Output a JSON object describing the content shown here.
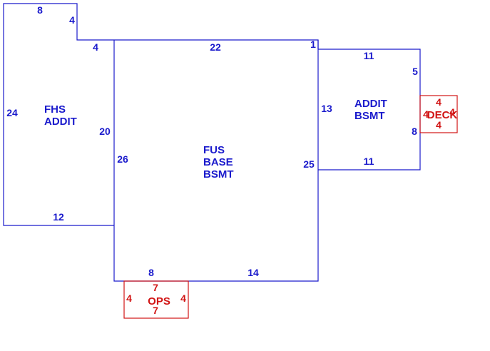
{
  "colors": {
    "main": "#1a1acc",
    "accessory": "#d11414",
    "background": "#ffffff"
  },
  "areas": {
    "fhs_addit": {
      "line1": "FHS",
      "line2": "ADDIT"
    },
    "fus_base": {
      "line1": "FUS",
      "line2": "BASE",
      "line3": "BSMT"
    },
    "addit_bsmt": {
      "line1": "ADDIT",
      "line2": "BSMT"
    },
    "deck": {
      "label": "DECK"
    },
    "ops": {
      "label": "OPS"
    }
  },
  "dimensions": {
    "fhs_top": "8",
    "fhs_notch_vertical": "4",
    "fhs_notch_horizontal": "4",
    "fhs_left": "24",
    "fhs_right": "20",
    "fhs_bottom": "12",
    "fus_top": "22",
    "fus_corner": "1",
    "fus_left": "26",
    "fus_right": "25",
    "fus_bottom_left": "8",
    "fus_bottom_right": "14",
    "addit_top": "11",
    "addit_left": "13",
    "addit_right_top": "5",
    "addit_right_bottom": "8",
    "addit_bottom": "11",
    "deck_top": "4",
    "deck_left": "4",
    "deck_right": "4",
    "deck_bottom": "4",
    "ops_top": "7",
    "ops_left": "4",
    "ops_right": "4",
    "ops_bottom": "7"
  }
}
